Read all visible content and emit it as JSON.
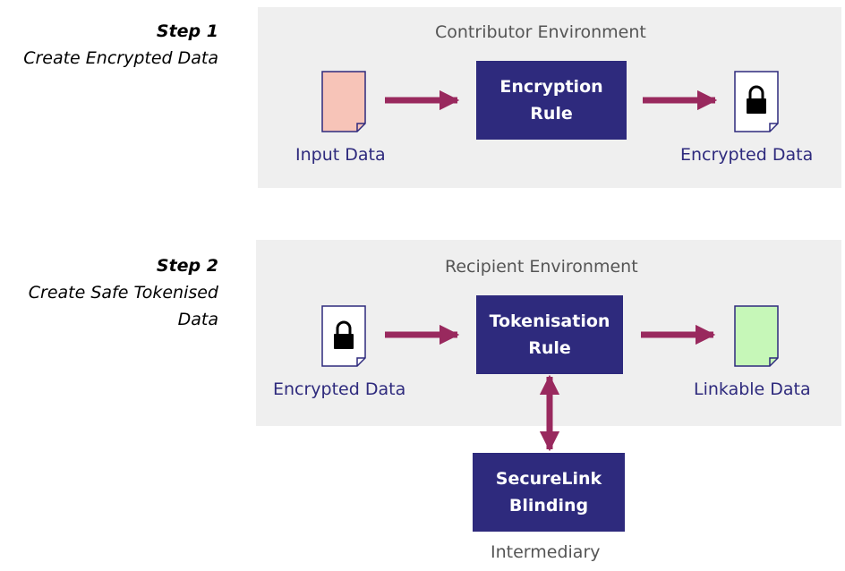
{
  "step1": {
    "title": "Step 1",
    "description": "Create Encrypted Data"
  },
  "step2": {
    "title": "Step 2",
    "description_line1": "Create Safe Tokenised",
    "description_line2": "Data"
  },
  "contributor_env": {
    "title": "Contributor Environment",
    "input_label": "Input Data",
    "rule_line1": "Encryption",
    "rule_line2": "Rule",
    "output_label": "Encrypted Data"
  },
  "recipient_env": {
    "title": "Recipient Environment",
    "input_label": "Encrypted Data",
    "rule_line1": "Tokenisation",
    "rule_line2": "Rule",
    "output_label": "Linkable Data"
  },
  "intermediary": {
    "box_line1": "SecureLink",
    "box_line2": "Blinding",
    "label": "Intermediary"
  },
  "colors": {
    "box_fill": "#2e2a7d",
    "arrow": "#99295e",
    "panel": "#efefef",
    "input_doc": "#f7c4b8",
    "linkable_doc": "#c6f7b8",
    "encrypted_doc": "#ffffff"
  }
}
